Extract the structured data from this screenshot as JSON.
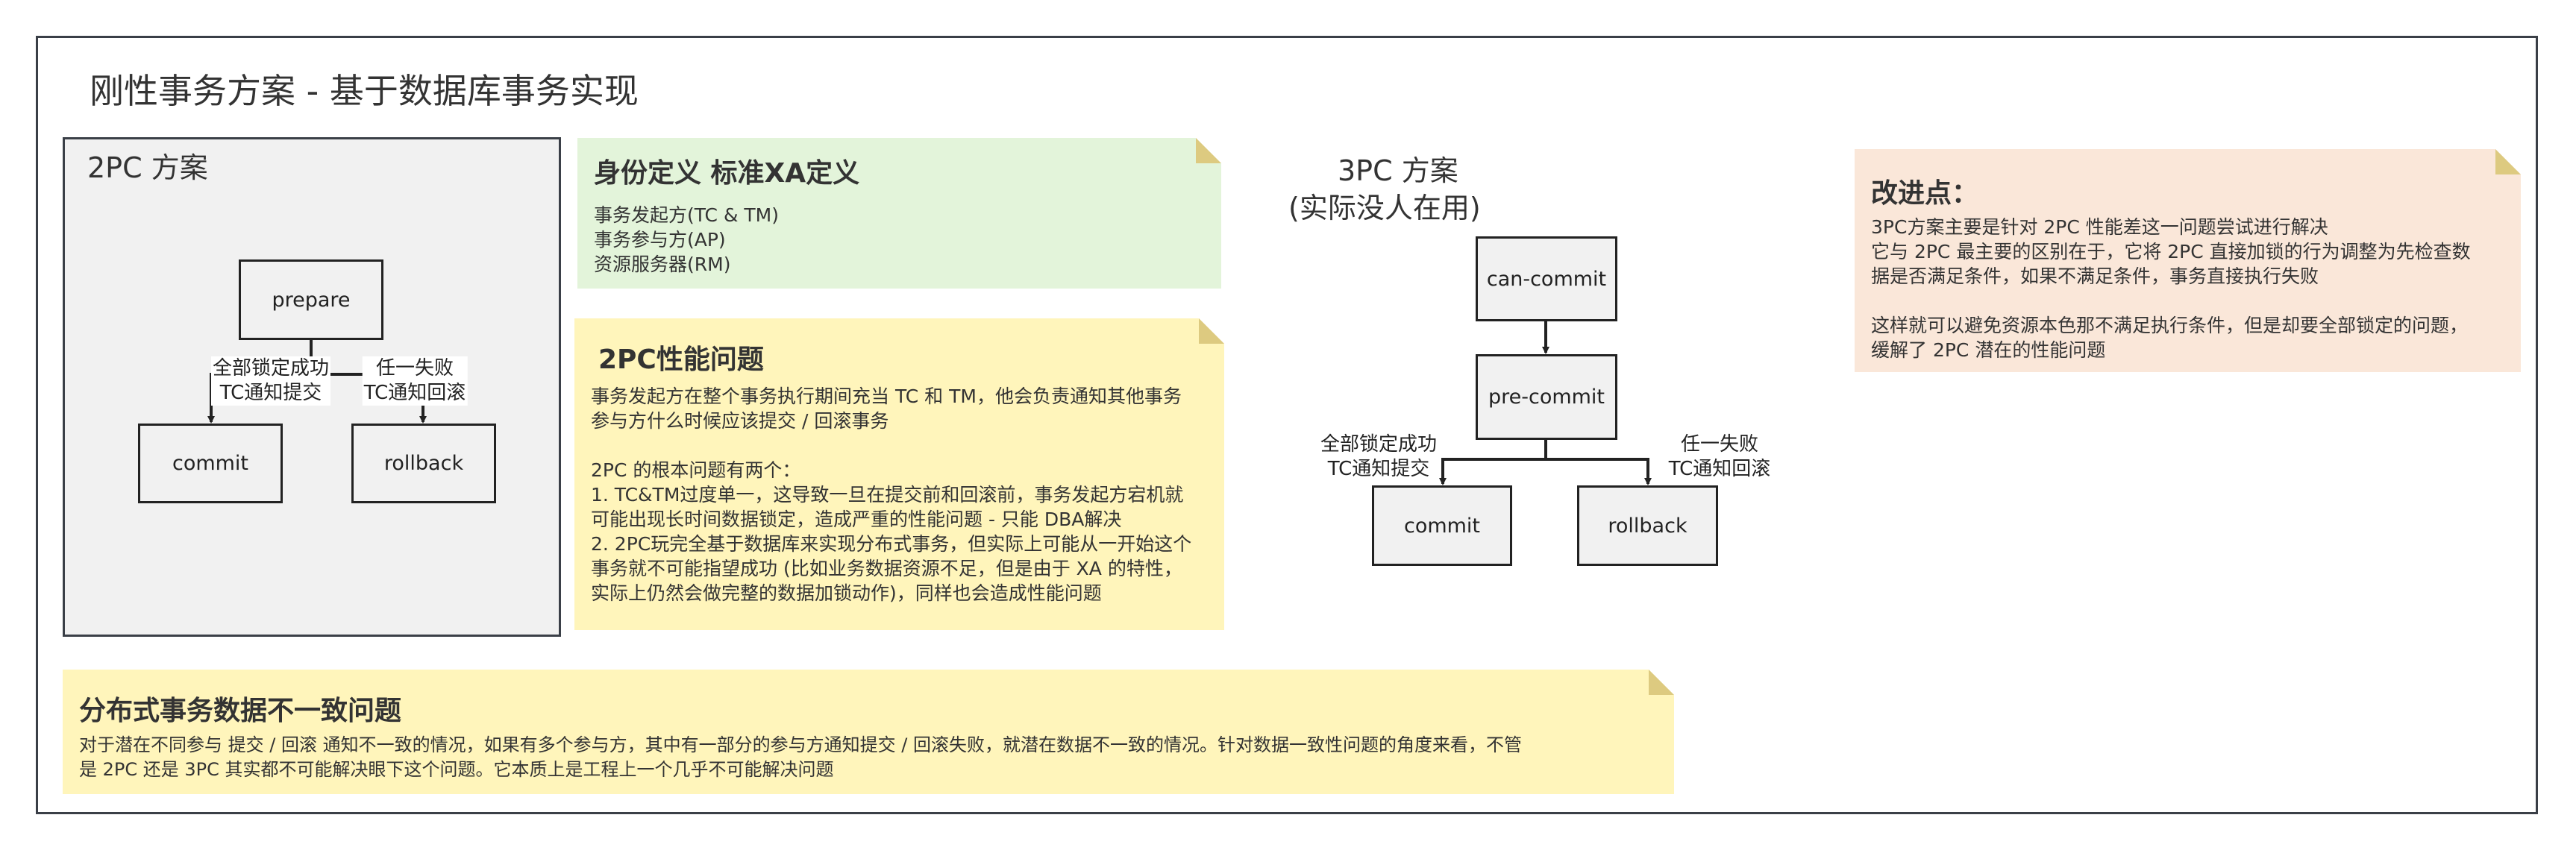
{
  "title": "刚性事务方案 - 基于数据库事务实现",
  "colors": {
    "green_note": "#e3f4da",
    "yellow_note": "#fff5bb",
    "peach_note": "#fae7d9",
    "fold": "#ddca80",
    "box_fill": "#f1f1f1",
    "stroke": "#222222"
  },
  "pc2": {
    "label": "2PC 方案",
    "nodes": {
      "prepare": "prepare",
      "commit": "commit",
      "rollback": "rollback"
    },
    "edge_success": [
      "全部锁定成功",
      "TC通知提交"
    ],
    "edge_fail": [
      "任一失败",
      "TC通知回滚"
    ]
  },
  "pc3": {
    "label_lines": [
      "3PC 方案",
      "(实际没人在用)"
    ],
    "nodes": {
      "can_commit": "can-commit",
      "pre_commit": "pre-commit",
      "commit": "commit",
      "rollback": "rollback"
    },
    "edge_success": [
      "全部锁定成功",
      "TC通知提交"
    ],
    "edge_fail": [
      "任一失败",
      "TC通知回滚"
    ]
  },
  "note_identity": {
    "title": "身份定义 标准XA定义",
    "lines": [
      "事务发起方(TC & TM)",
      "事务参与方(AP)",
      "资源服务器(RM)"
    ]
  },
  "note_perf": {
    "title": "2PC性能问题",
    "lines": [
      "事务发起方在整个事务执行期间充当 TC 和 TM，他会负责通知其他事务",
      "参与方什么时候应该提交 / 回滚事务",
      "",
      "2PC 的根本问题有两个：",
      "1. TC&TM过度单一，这导致一旦在提交前和回滚前，事务发起方宕机就",
      "可能出现长时间数据锁定，造成严重的性能问题 - 只能 DBA解决",
      "2. 2PC玩完全基于数据库来实现分布式事务，但实际上可能从一开始这个",
      "事务就不可能指望成功 (比如业务数据资源不足，但是由于 XA 的特性，",
      "实际上仍然会做完整的数据加锁动作)，同样也会造成性能问题"
    ]
  },
  "note_improve": {
    "title": "改进点：",
    "lines": [
      "3PC方案主要是针对 2PC 性能差这一问题尝试进行解决",
      "它与 2PC 最主要的区别在于，它将 2PC 直接加锁的行为调整为先检查数",
      "据是否满足条件，如果不满足条件，事务直接执行失败",
      "",
      "这样就可以避免资源本色那不满足执行条件，但是却要全部锁定的问题，",
      "缓解了 2PC 潜在的性能问题"
    ]
  },
  "note_inconsistency": {
    "title": "分布式事务数据不一致问题",
    "lines": [
      "对于潜在不同参与 提交 / 回滚 通知不一致的情况，如果有多个参与方，其中有一部分的参与方通知提交 / 回滚失败，就潜在数据不一致的情况。针对数据一致性问题的角度来看，不管",
      "是 2PC 还是 3PC 其实都不可能解决眼下这个问题。它本质上是工程上一个几乎不可能解决问题"
    ]
  }
}
